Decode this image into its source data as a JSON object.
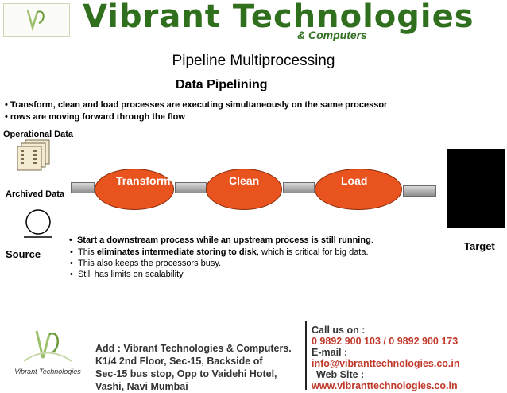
{
  "header": {
    "brand_title": "Vibrant Technologies",
    "brand_sub": "& Computers"
  },
  "slide": {
    "title": "Pipeline Multiprocessing",
    "section_title": "Data Pipelining",
    "intro_bullets": [
      "Transform, clean and load processes are executing simultaneously on the same processor",
      "rows are moving forward through the flow"
    ],
    "labels": {
      "operational_data": "Operational Data",
      "archived_data": "Archived Data",
      "source": "Source",
      "target": "Target"
    },
    "stages": [
      "Transform",
      "Clean",
      "Load"
    ],
    "body_bullets": [
      {
        "pre": "Start a downstream process while an upstream process is still running",
        "bold": "",
        "post": "."
      },
      {
        "pre": "This ",
        "bold": "eliminates intermediate storing to disk",
        "post": ", which is critical for big data."
      },
      {
        "pre": "This also keeps the processors busy.",
        "bold": "",
        "post": ""
      },
      {
        "pre": "Still has limits on scalability",
        "bold": "",
        "post": ""
      }
    ]
  },
  "footer": {
    "logo_text": "Vibrant Technologies",
    "address_lines": [
      "Add : Vibrant Technologies & Computers.",
      "K1/4 2nd Floor, Sec-15, Backside of",
      "Sec-15 bus stop, Opp to Vaidehi Hotel,",
      "Vashi, Navi Mumbai"
    ],
    "call_label": "Call us on :",
    "phones": "0 9892 900 103 /  0 9892 900 173",
    "email_label": "E-mail :",
    "email": "info@vibranttechnologies.co.in",
    "website_label": "Web Site :",
    "website": "www.vibranttechnologies.co.in"
  },
  "colors": {
    "brand_green": "#2f6f1d",
    "stage_orange": "#e8531e",
    "accent_red": "#c0392b"
  }
}
